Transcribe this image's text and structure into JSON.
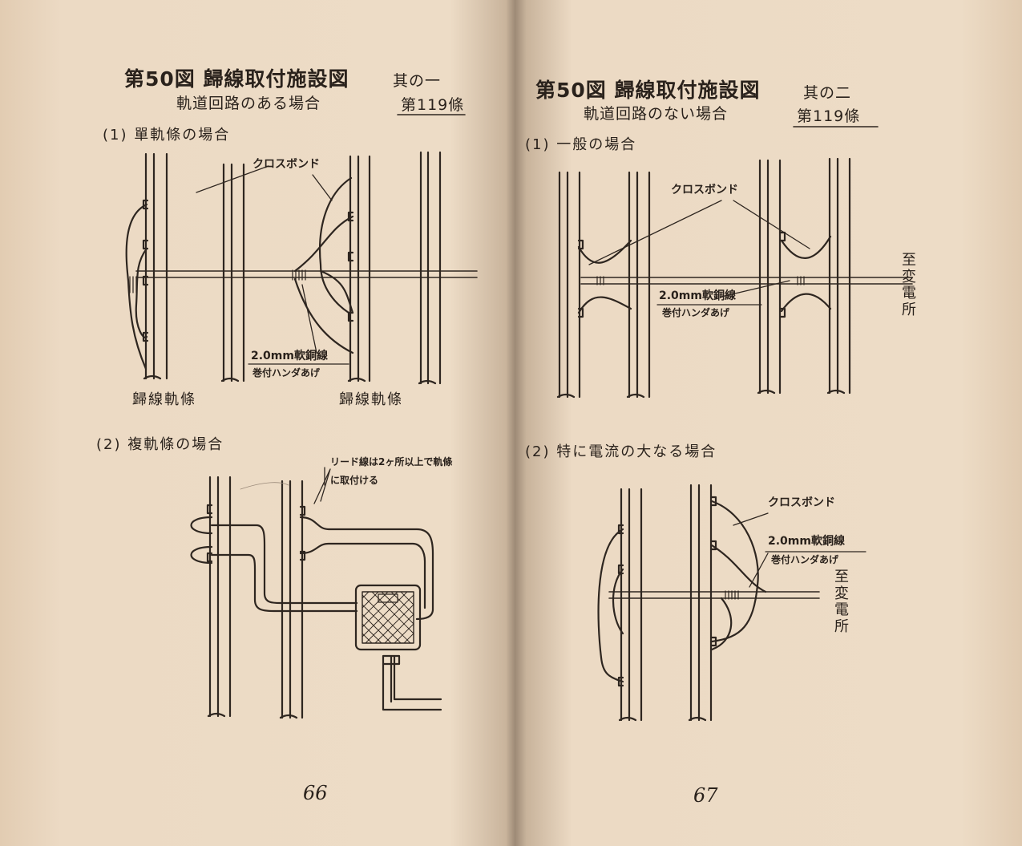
{
  "left": {
    "title": "第50図 歸線取付施設図",
    "part": "其の一",
    "subtitle": "軌道回路のある場合",
    "article": "第119條",
    "sec1": "(1) 單軌條の場合",
    "sec2": "(2) 複軌條の場合",
    "cross_bond": "クロスボンド",
    "wire": "2.0mm軟銅線",
    "solder": "巻付ハンダあげ",
    "return_rail_a": "歸線軌條",
    "return_rail_b": "歸線軌條",
    "lead_note_1": "リード線は2ヶ所以上で軌條",
    "lead_note_2": "に取付ける",
    "page_number": "66"
  },
  "right": {
    "title": "第50図 歸線取付施設図",
    "part": "其の二",
    "subtitle": "軌道回路のない場合",
    "article": "第119條",
    "sec1": "(1) 一般の場合",
    "sec2": "(2) 特に電流の大なる場合",
    "cross_bond_1": "クロスボンド",
    "cross_bond_2": "クロスボンド",
    "wire_1": "2.0mm軟銅線",
    "solder_1": "巻付ハンダあげ",
    "wire_2": "2.0mm軟銅線",
    "solder_2": "巻付ハンダあげ",
    "to_substation_1": "至変電所",
    "to_substation_2": "至変電所",
    "page_number": "67"
  }
}
